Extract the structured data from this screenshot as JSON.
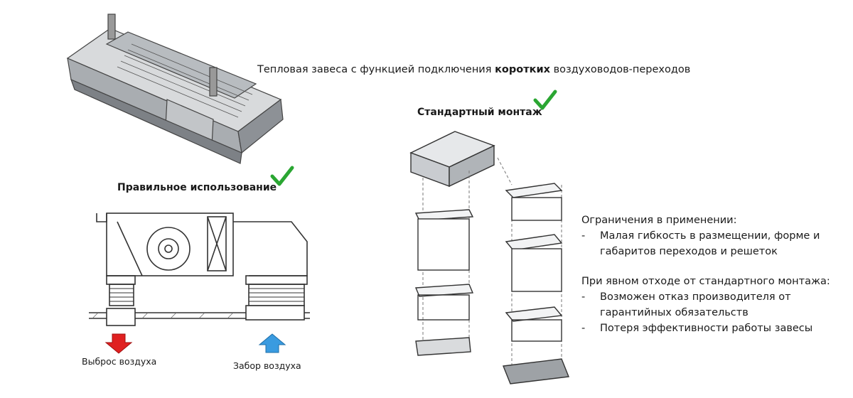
{
  "title": {
    "part1": "Тепловая завеса с функцией подключения ",
    "bold": "коротких",
    "part2": " воздуховодов-переходов"
  },
  "standard_mount_label": "Стандартный монтаж",
  "proper_use_label": "Правильное использование",
  "exhaust_label": "Выброс воздуха",
  "intake_label": "Забор воздуха",
  "limitations": {
    "heading": "Ограничения в применении:",
    "items": [
      {
        "dash": "-",
        "line1": "Малая гибкость в размещении, форме и",
        "line2": "габаритов переходов и решеток"
      }
    ]
  },
  "deviation": {
    "heading": "При явном отходе от стандартного монтажа:",
    "items": [
      {
        "dash": "-",
        "line1": "Возможен отказ производителя от",
        "line2": "гарантийных обязательств"
      },
      {
        "dash": "-",
        "line1": "Потеря эффективности работы завесы",
        "line2": ""
      }
    ]
  },
  "icons": {
    "check": "check-mark-icon",
    "exhaust_arrow": "arrow-down-icon",
    "intake_arrow": "arrow-up-icon"
  },
  "colors": {
    "check": "#2aa632",
    "exhaust_arrow": "#e02020",
    "intake_arrow": "#3a9be0"
  }
}
